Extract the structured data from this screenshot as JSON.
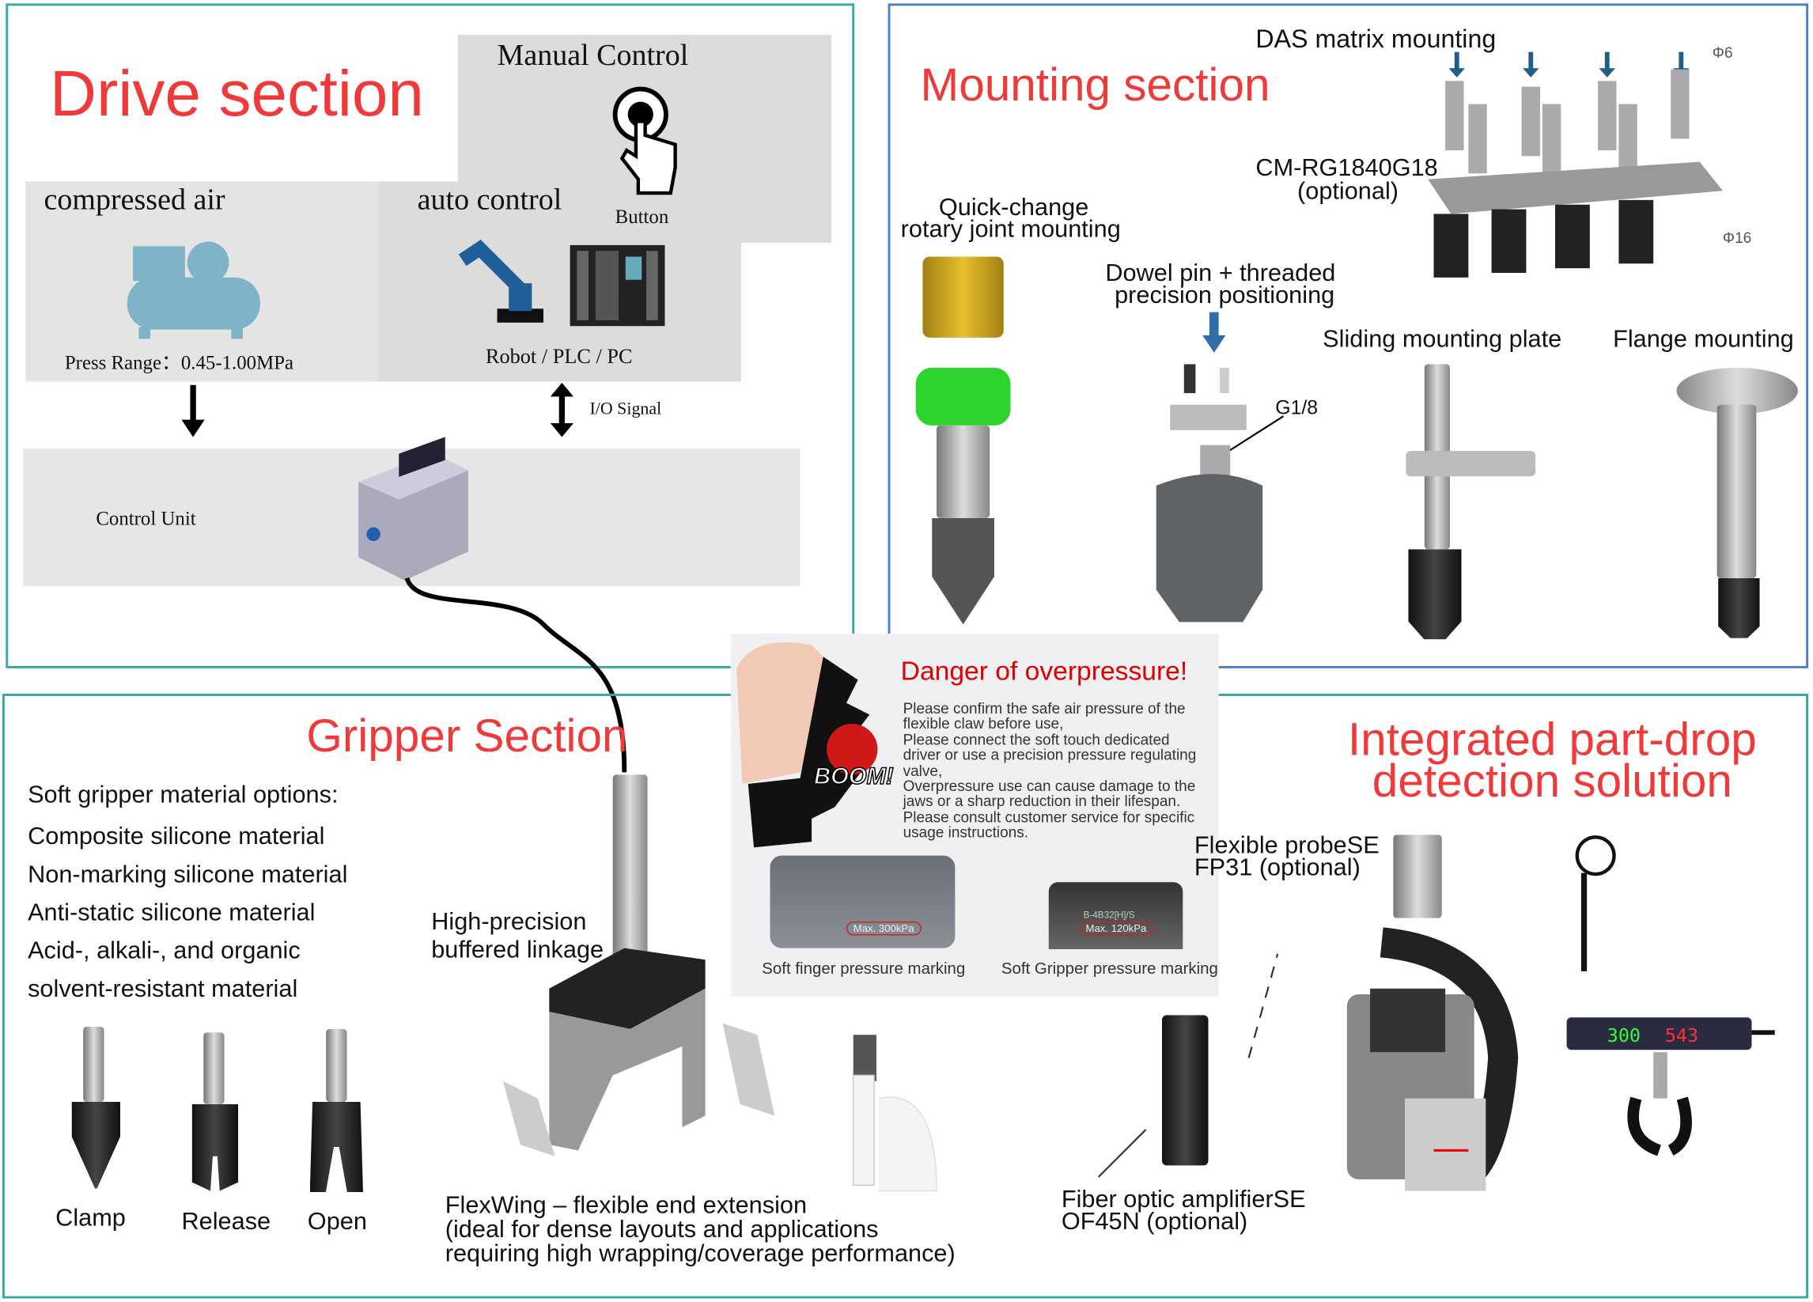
{
  "drive": {
    "title": "Drive section",
    "manual_control": "Manual Control",
    "button_label": "Button",
    "compressed_air": "compressed air",
    "press_range": "Press Range：0.45-1.00MPa",
    "auto_control": "auto control",
    "robot_plc_pc": "Robot / PLC / PC",
    "io_signal": "I/O Signal",
    "control_unit": "Control Unit"
  },
  "mounting": {
    "title": "Mounting section",
    "das": "DAS matrix mounting",
    "phi6": "Φ6",
    "phi16": "Φ16",
    "cm_model": "CM-RG1840G18",
    "cm_optional": "(optional)",
    "quick_change_1": "Quick-change",
    "quick_change_2": "rotary joint mounting",
    "dowel_1": "Dowel pin + threaded",
    "dowel_2": "precision positioning",
    "g18": "G1/8",
    "sliding": "Sliding mounting plate",
    "flange": "Flange mounting"
  },
  "danger": {
    "title": "Danger of overpressure!",
    "boom": "BOOM!",
    "lines": [
      "Please confirm the safe air pressure of the",
      "flexible claw before use,",
      "Please connect the soft touch dedicated",
      "driver or use a precision pressure regulating",
      "valve,",
      "Overpressure use can cause damage to the",
      "jaws or a sharp reduction in their lifespan.",
      "Please consult customer service for specific",
      "usage instructions."
    ],
    "finger_mark": "Max. 300kPa",
    "gripper_model": "B-4B32[H]/S",
    "gripper_mark": "Max. 120kPa",
    "finger_caption": "Soft finger pressure marking",
    "gripper_caption": "Soft Gripper pressure marking"
  },
  "gripper": {
    "title": "Gripper Section",
    "materials_heading": "Soft gripper material options:",
    "materials": [
      "Composite silicone material",
      "Non-marking silicone material",
      "Anti-static silicone material",
      "Acid-, alkali-, and organic",
      "solvent-resistant material"
    ],
    "states": [
      "Clamp",
      "Release",
      "Open"
    ],
    "linkage_1": "High-precision",
    "linkage_2": "buffered linkage",
    "flexwing_1": "FlexWing – flexible end extension",
    "flexwing_2": "(ideal for dense layouts and applications",
    "flexwing_3": "requiring high wrapping/coverage performance)"
  },
  "detection": {
    "title_1": "Integrated part-drop",
    "title_2": "detection solution",
    "probe_1": "Flexible probeSE",
    "probe_2": "FP31 (optional)",
    "amp_1": "Fiber optic amplifierSE",
    "amp_2": "OF45N (optional)",
    "display_1": "300",
    "display_2": "543"
  },
  "colors": {
    "title_red": "#f03a3a",
    "danger_red": "#e00000",
    "drive_border": "#3aa99b",
    "mounting_border": "#4a7fc8",
    "panel_grey": "#dcdcdc"
  }
}
